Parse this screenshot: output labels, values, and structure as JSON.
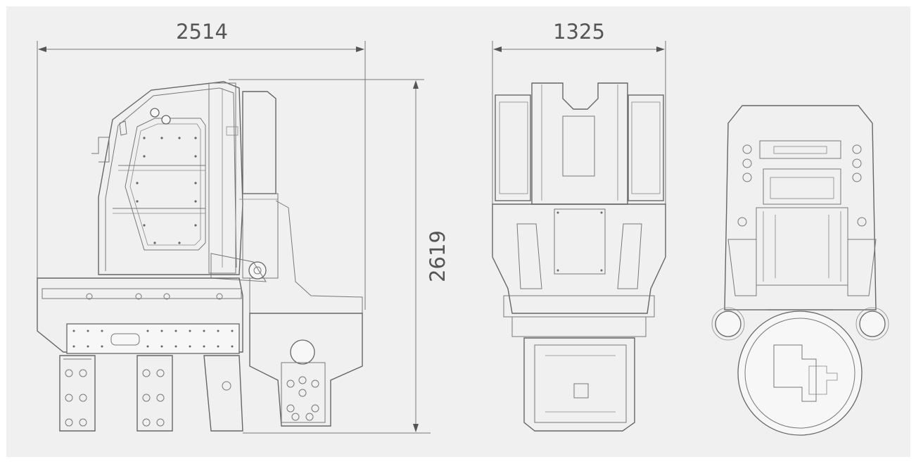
{
  "dimensions": {
    "side_width": "2514",
    "front_width": "1325",
    "height": "2619"
  },
  "colors": {
    "background": "#f0f0f0",
    "line": "#666666",
    "text": "#555555"
  }
}
